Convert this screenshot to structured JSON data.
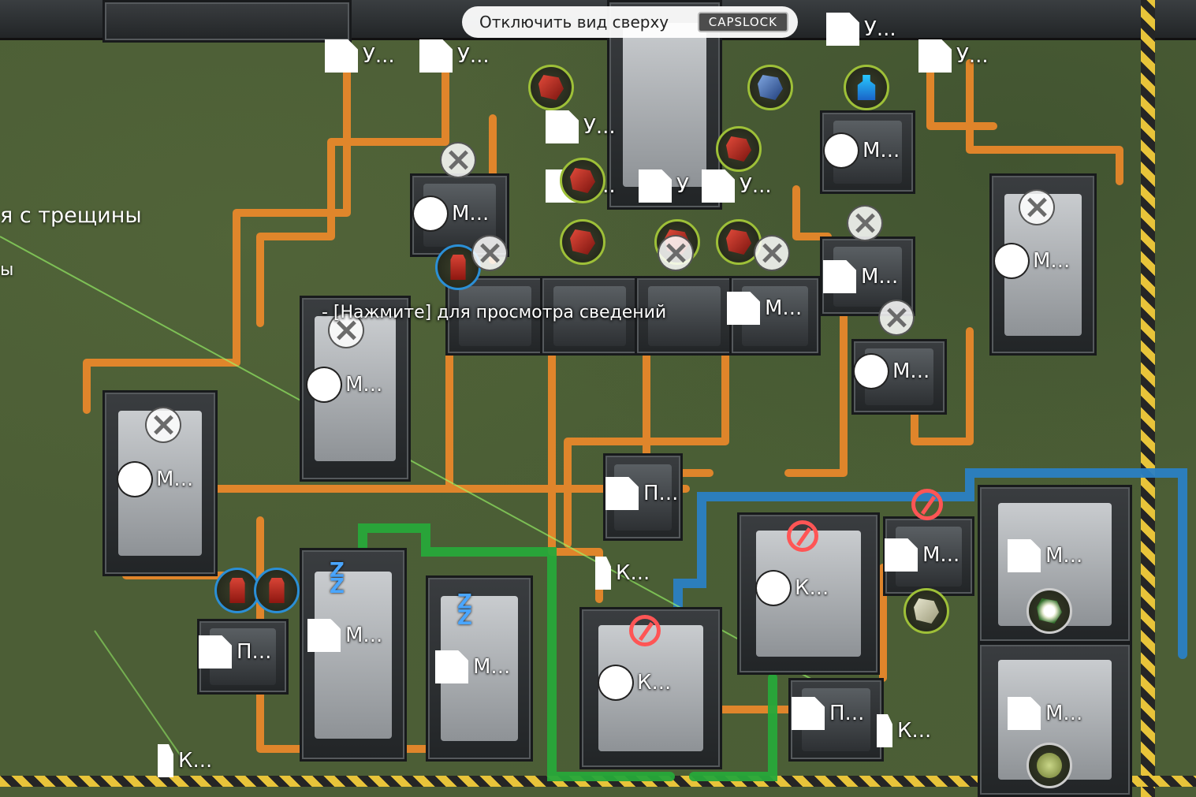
{
  "hud": {
    "toggle_label": "Отключить вид сверху",
    "toggle_key": "CAPSLOCK"
  },
  "hint": "- [Нажмите] для просмотра сведений",
  "left_panel": {
    "line1": "я с трещины",
    "line2": "ы"
  },
  "labels": {
    "u": "У...",
    "m": "М...",
    "p": "П...",
    "k": "К..."
  },
  "colors": {
    "belt": "#f08a2a",
    "pipe_blue": "#2a7fc4",
    "pipe_green": "#27a83a",
    "hazard": "#e8c43a",
    "ground": "#4c5e36"
  }
}
